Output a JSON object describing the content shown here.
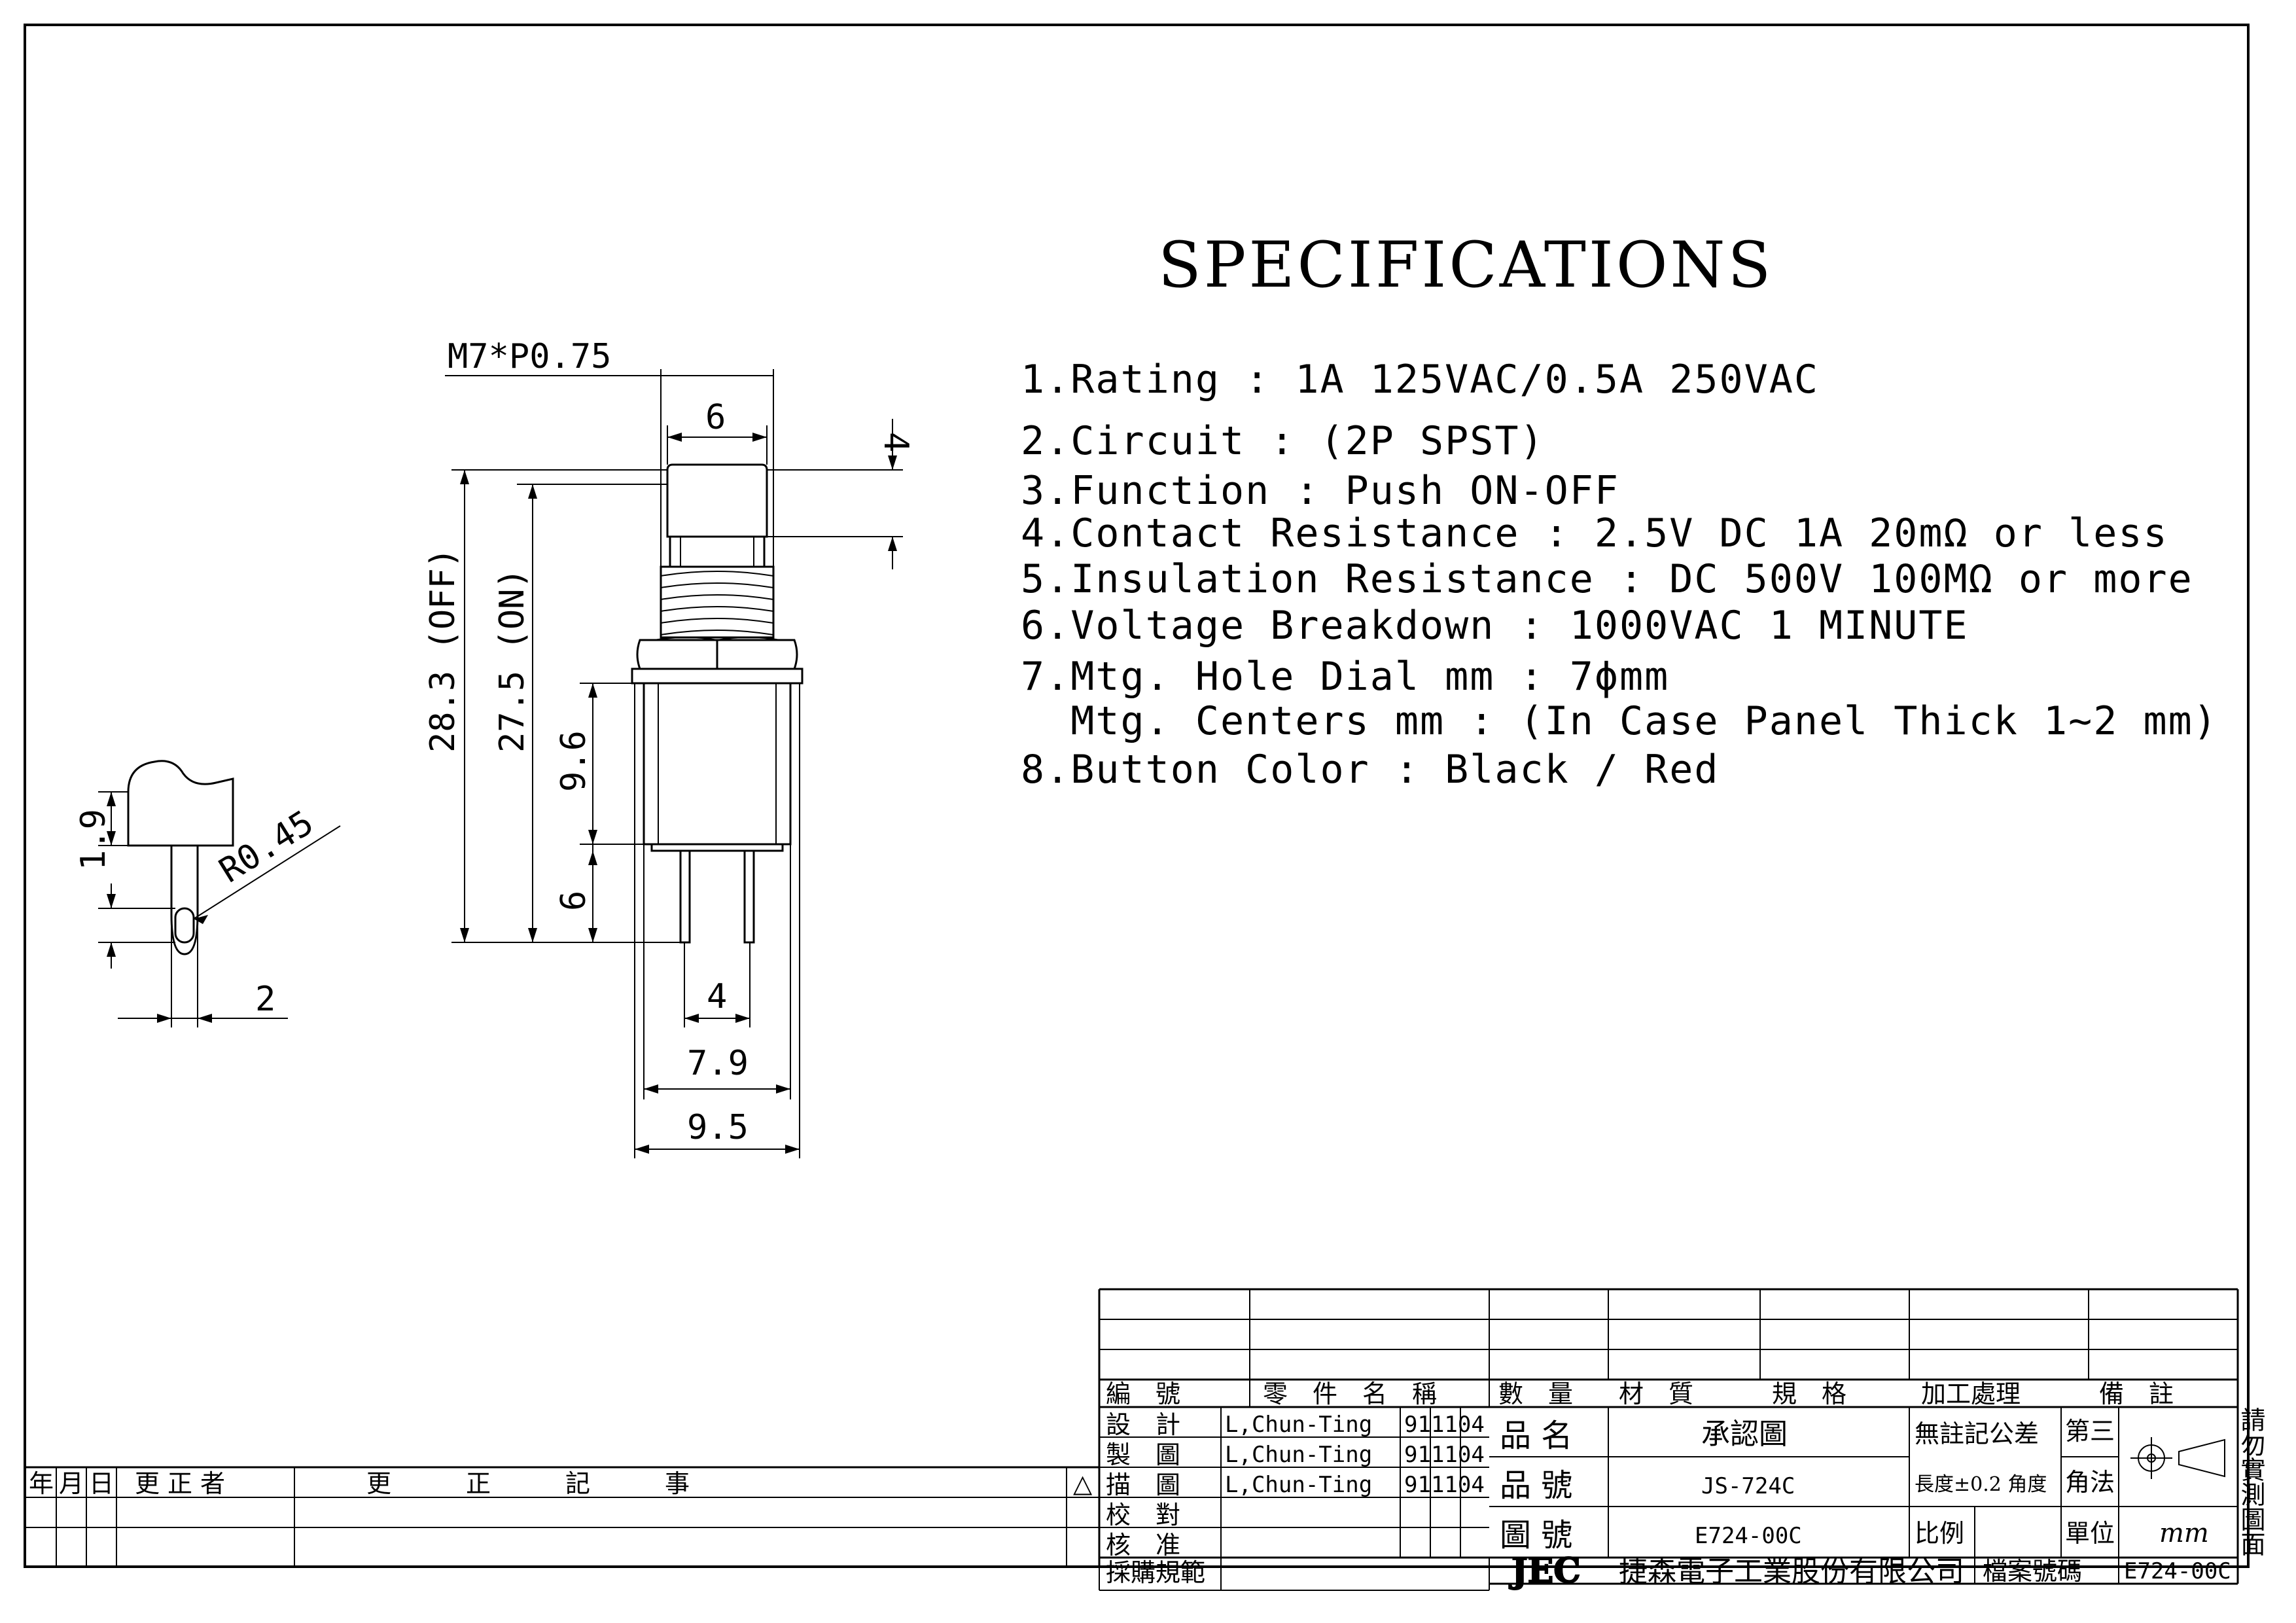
{
  "title": "SPECIFICATIONS",
  "specs": [
    "1.Rating : 1A 125VAC/0.5A 250VAC",
    "2.Circuit : (2P SPST)",
    "3.Function : Push ON-OFF",
    "4.Contact Resistance : 2.5V DC 1A 20mΩ or less",
    "5.Insulation Resistance : DC 500V 100MΩ or more",
    "6.Voltage Breakdown : 1000VAC 1 MINUTE",
    "7.Mtg. Hole Dial mm : 7ϕmm",
    "  Mtg. Centers mm : (In Case Panel Thick 1~2 mm)",
    "8.Button Color : Black / Red"
  ],
  "dims": {
    "thread": "M7*P0.75",
    "cap_width": "6",
    "cap_height": "4",
    "total_off": "28.3 (OFF)",
    "total_on": "27.5 (ON)",
    "body_h": "9.6",
    "pin_h": "6",
    "pin_spacing": "4",
    "body_w": "7.9",
    "nut_w": "9.5",
    "term_h": "1.9",
    "radius": "R0.45",
    "term_w": "2"
  },
  "title_block": {
    "header": {
      "code": "編　號",
      "part_name": "零　件　名　稱",
      "quantity": "數　量",
      "material": "材　質",
      "spec": "規　格",
      "process": "加工處理",
      "remarks": "備　註"
    },
    "designed_label": "設　計",
    "drawn_label": "製　圖",
    "traced_label": "描　圖",
    "checked_label": "校　對",
    "approved_label": "核　准",
    "purchase_label": "採購規範",
    "designer": "L,Chun-Ting",
    "drawer": "L,Chun-Ting",
    "tracer": "L,Chun-Ting",
    "date1": "911104",
    "date2": "911104",
    "date3": "911104",
    "product_name_label": "品 名",
    "product_name": "承認圖",
    "product_no_label": "品 號",
    "product_no": "JS-724C",
    "drawing_no_label": "圖 號",
    "drawing_no": "E724-00C",
    "tolerance_label": "無註記公差",
    "length_tol": "長度±0.2 角度",
    "projection_1": "第三",
    "projection_2": "角法",
    "scale_label": "比例",
    "unit_label": "單位",
    "unit": "mm",
    "file_no_label": "檔案號碼",
    "file_no": "E724-00C",
    "company": "捷森電子工業股份有限公司",
    "logo": "JEC",
    "note_vertical": "請勿實測圖面",
    "rev_year": "年",
    "rev_month": "月",
    "rev_day": "日",
    "rev_person": "更正者",
    "rev_record": "更　　　正　　　記　　　事",
    "rev_mark": "△"
  }
}
